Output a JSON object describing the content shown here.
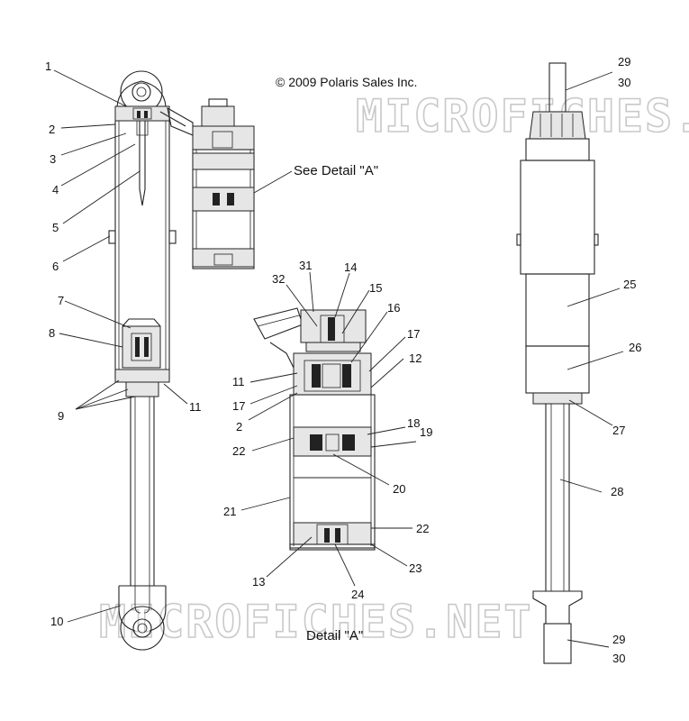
{
  "copyright": "© 2009 Polaris Sales Inc.",
  "watermark": "MICROFICHES.NET",
  "captions": {
    "see_detail": "See Detail \"A\"",
    "detail": "Detail \"A\""
  },
  "callouts": {
    "c1": "1",
    "c2": "2",
    "c3": "3",
    "c4": "4",
    "c5": "5",
    "c6": "6",
    "c7": "7",
    "c8": "8",
    "c9": "9",
    "c10": "10",
    "c11": "11",
    "d31": "31",
    "d32": "32",
    "d14": "14",
    "d15": "15",
    "d16": "16",
    "d17a": "17",
    "d12": "12",
    "d11": "11",
    "d17b": "17",
    "d2": "2",
    "d18": "18",
    "d22a": "22",
    "d19": "19",
    "d20": "20",
    "d21": "21",
    "d22b": "22",
    "d13": "13",
    "d24": "24",
    "d23": "23",
    "r29a": "29",
    "r30a": "30",
    "r25": "25",
    "r26": "26",
    "r27": "27",
    "r28": "28",
    "r29b": "29",
    "r30b": "30"
  },
  "colors": {
    "line": "#222222",
    "watermark": "#c9c9c9",
    "background": "#ffffff"
  }
}
